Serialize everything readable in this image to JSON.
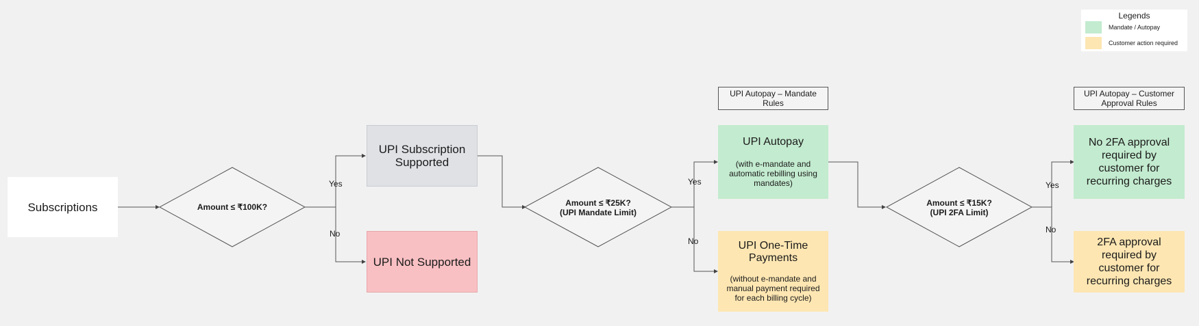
{
  "legend": {
    "title": "Legends",
    "items": [
      {
        "label": "Mandate / Autopay",
        "color": "#c3ebcf"
      },
      {
        "label": "Customer action required",
        "color": "#fde6b2"
      }
    ]
  },
  "nodes": {
    "subscriptions": "Subscriptions",
    "decision_100k": "Amount ≤ ₹100K?",
    "upi_subscription": "UPI Subscription Supported",
    "upi_not_supported": "UPI Not Supported",
    "decision_25k": "Amount ≤ ₹25K? (UPI Mandate Limit)",
    "upi_autopay": {
      "title": "UPI Autopay",
      "desc": "(with e-mandate and automatic rebilling using mandates)"
    },
    "upi_one_time": {
      "title": "UPI One-Time Payments",
      "desc": "(without e-mandate and manual payment required for each billing cycle)"
    },
    "decision_15k": "Amount ≤ ₹15K? (UPI 2FA Limit)",
    "no_2fa": "No 2FA approval required by customer for recurring charges",
    "yes_2fa": "2FA approval required by customer for recurring charges"
  },
  "notes": {
    "mandate_rules": "UPI Autopay – Mandate Rules",
    "approval_rules": "UPI Autopay – Customer Approval Rules"
  },
  "edges": {
    "yes_100k": "Yes",
    "no_100k": "No",
    "yes_25k": "Yes",
    "no_25k": "No",
    "yes_15k": "Yes",
    "no_15k": "No"
  },
  "colors": {
    "neutral": "#dfe1e5",
    "error": "#f9c0c3",
    "mandate": "#c3ebcf",
    "customer_action": "#fde6b2",
    "start": "#ffffff"
  }
}
